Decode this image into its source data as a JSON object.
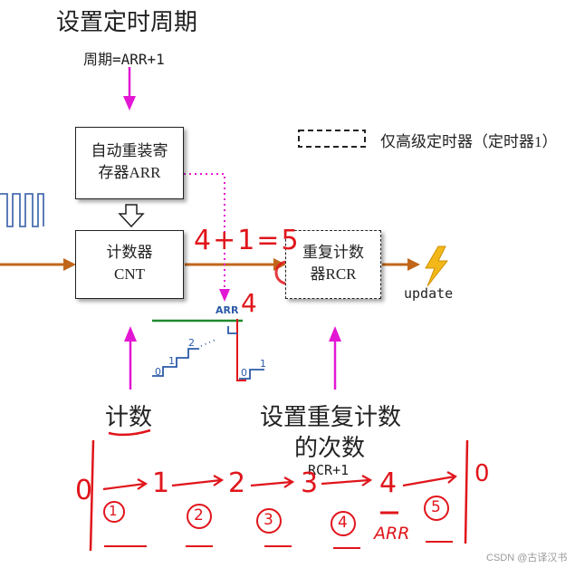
{
  "heading": "设置定时周期",
  "period_formula": "周期=ARR+1",
  "legend_label": "仅高级定时器（定时器1）",
  "arr_box": {
    "line1": "自动重装寄",
    "line2": "存器ARR"
  },
  "cnt_box": {
    "line1": "计数器",
    "line2": "CNT"
  },
  "rcr_box": {
    "line1": "重复计数",
    "line2": "器RCR"
  },
  "update_label": "update",
  "count_label": "计数",
  "rcr_title": {
    "line1": "设置重复计数",
    "line2": "的次数"
  },
  "rcr_formula": "RCR+1",
  "handwriting": {
    "top_value": "4+1=5",
    "arr_small": "ARR",
    "arr_value": "4",
    "ramp_labels": [
      "0",
      "1",
      "2",
      "0",
      "1"
    ],
    "sequence_left": "0",
    "sequence": [
      "1",
      "2",
      "3",
      "4"
    ],
    "sequence_right": "0",
    "circled": [
      "1",
      "2",
      "3",
      "4",
      "5"
    ],
    "arr_bottom": "ARR"
  },
  "watermark": "CSDN @古译汉书",
  "colors": {
    "arrow_magenta": "#e316d4",
    "signal_orange": "#c0661b",
    "handwriting_red": "#e0151b",
    "handwriting_blue": "#2d5ba8",
    "handwriting_green": "#1f8a2f"
  }
}
